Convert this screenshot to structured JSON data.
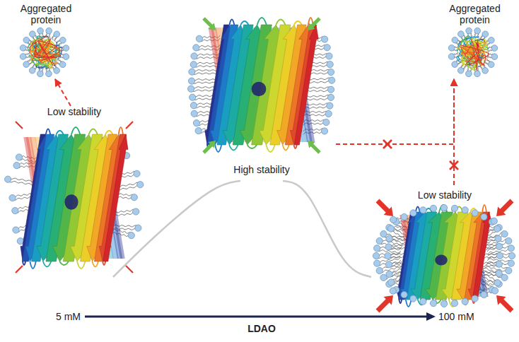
{
  "diagram": {
    "nodes": [
      {
        "text": [
          "Aggregated protein"
        ]
      },
      {
        "text": [
          "High stability"
        ]
      },
      {
        "text": [
          "Aggregated protein"
        ]
      },
      {
        "text": [
          "Low stability"
        ]
      },
      {
        "text": [
          "Low stability"
        ]
      }
    ],
    "edges": [
      {
        "from": 3,
        "to": 0,
        "arrow": "to"
      },
      {
        "from": 1,
        "to": 2,
        "arrow": "to"
      },
      {
        "from": 4,
        "to": 2,
        "arrow": "to"
      },
      {
        "from": 3,
        "to": 1,
        "arrow": "none"
      },
      {
        "from": 1,
        "to": 4,
        "arrow": "none"
      }
    ],
    "labels": [
      "5 mM",
      "LDAO",
      "100 mM"
    ]
  }
}
